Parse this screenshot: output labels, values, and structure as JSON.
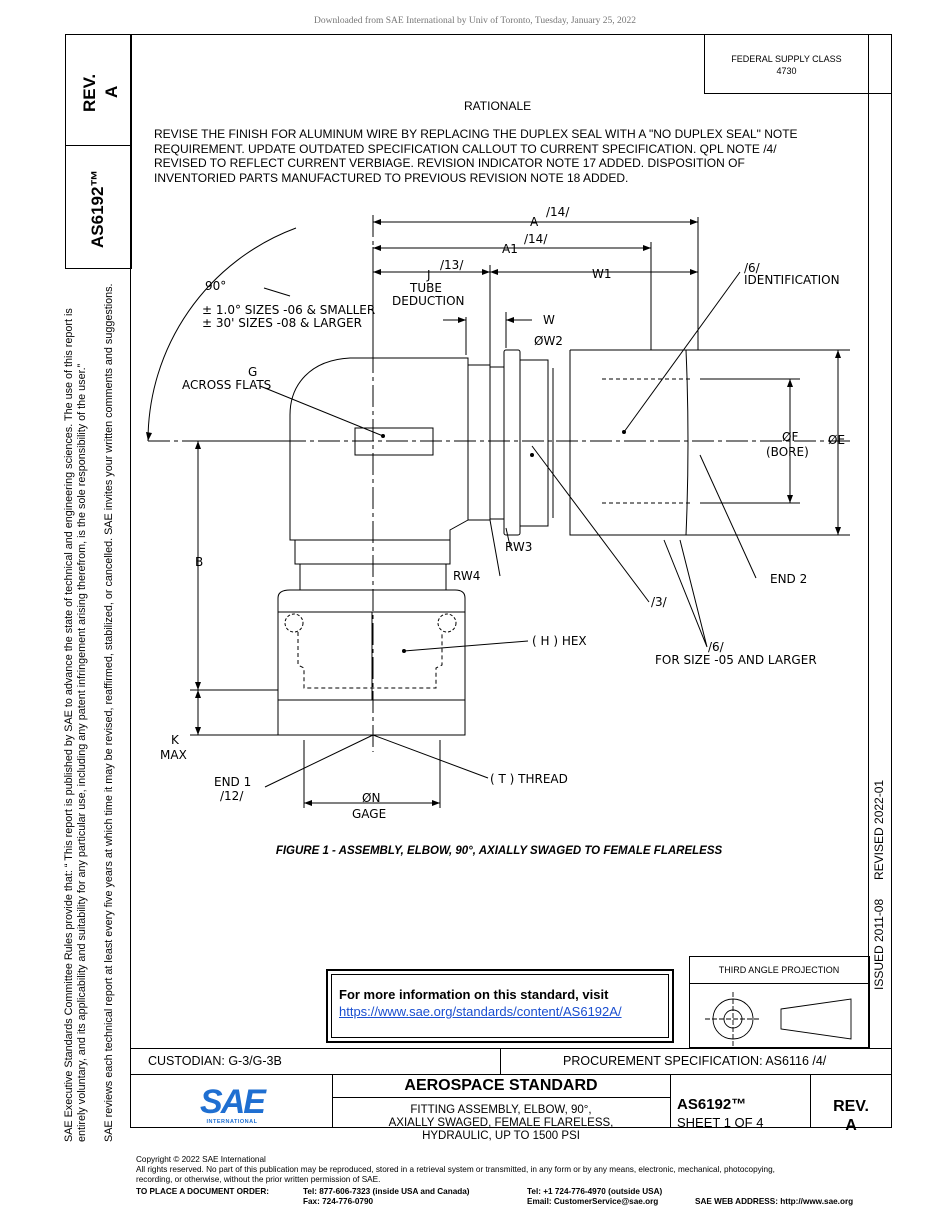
{
  "download_notice": "Downloaded from SAE International by Univ of Toronto, Tuesday, January 25, 2022",
  "left_margin": {
    "rev_label": "REV.",
    "rev_value": "A",
    "doc_id": "AS6192™",
    "notice_line1": "SAE Executive Standards Committee Rules provide that: “ This report is published by SAE to advance the state of technical and engineering sciences. The use of this report is",
    "notice_line2": "entirely voluntary, and its applicability and suitability for any particular use, including any patent infringement arising therefrom, is the sole responsibility of the user.”",
    "notice_line3": "SAE reviews each technical report at least every five years at which time it may be revised, reaffirmed, stabilized, or cancelled. SAE invites your written comments and suggestions."
  },
  "header": {
    "supply_class_label": "FEDERAL SUPPLY CLASS",
    "supply_class_value": "4730"
  },
  "rationale": {
    "title": "RATIONALE",
    "line1": "REVISE THE FINISH FOR ALUMINUM WIRE BY REPLACING THE DUPLEX SEAL WITH A \"NO DUPLEX SEAL\" NOTE",
    "line2": "REQUIREMENT. UPDATE OUTDATED SPECIFICATION CALLOUT TO CURRENT SPECIFICATION. QPL NOTE /4/",
    "line3": "REVISED TO REFLECT CURRENT VERBIAGE. REVISION INDICATOR NOTE 17 ADDED. DISPOSITION OF",
    "line4": "INVENTORIED PARTS MANUFACTURED TO PREVIOUS REVISION NOTE 18 ADDED."
  },
  "drawing": {
    "a": "A",
    "a_note": "/14/",
    "a1": "A1",
    "a1_note": "/14/",
    "j": "J",
    "j_note": "/13/",
    "tube": "TUBE",
    "deduction": "DEDUCTION",
    "w1": "W1",
    "w": "W",
    "w2": "ØW2",
    "angle": "90°",
    "tol1": "± 1.0° SIZES -06 & SMALLER",
    "tol2": "± 30' SIZES -08 & LARGER",
    "g": "G",
    "across_flats": "ACROSS FLATS",
    "ident_note": "/6/",
    "identification": "IDENTIFICATION",
    "f": "ØF",
    "bore": "(BORE)",
    "e": "ØE",
    "b": "B",
    "rw3": "RW3",
    "rw4": "RW4",
    "end2": "END 2",
    "note3": "/3/",
    "hex": "( H ) HEX",
    "note6": "/6/",
    "for_size": "FOR SIZE -05 AND LARGER",
    "k": "K",
    "max": "MAX",
    "end1": "END 1",
    "end1_note": "/12/",
    "thread": "( T ) THREAD",
    "n": "ØN",
    "gage": "GAGE"
  },
  "figure_caption": "FIGURE 1 - ASSEMBLY, ELBOW, 90°, AXIALLY SWAGED TO FEMALE FLARELESS",
  "right_margin": {
    "issued": "ISSUED 2011-08",
    "revised": "REVISED 2022-01"
  },
  "info_box": {
    "text": "For more information on this standard, visit",
    "link": "https://www.sae.org/standards/content/AS6192A/"
  },
  "projection": {
    "label": "THIRD ANGLE PROJECTION"
  },
  "title_block": {
    "custodian": "CUSTODIAN: G-3/G-3B",
    "procurement": "PROCUREMENT SPECIFICATION: AS6116 /4/",
    "logo_text": "SAE",
    "logo_sub": "INTERNATIONAL",
    "standard_type": "AEROSPACE STANDARD",
    "title1": "FITTING ASSEMBLY, ELBOW, 90°,",
    "title2": "AXIALLY SWAGED, FEMALE FLARELESS,",
    "title3": "HYDRAULIC, UP TO 1500 PSI",
    "doc_number": "AS6192™",
    "sheet": "SHEET 1 OF 4",
    "rev_label": "REV.",
    "rev_value": "A"
  },
  "footer": {
    "copyright": "Copyright © 2022 SAE International",
    "rights1": "All rights reserved. No part of this publication may be reproduced, stored in a retrieval system or transmitted, in any form or by any means, electronic, mechanical, photocopying,",
    "rights2": "recording, or otherwise, without the prior written permission of SAE.",
    "order_label": "TO PLACE A DOCUMENT ORDER:",
    "tel_us": "Tel: 877-606-7323 (inside USA and Canada)",
    "fax": "Fax: 724-776-0790",
    "tel_intl": "Tel: +1 724-776-4970 (outside USA)",
    "email": "Email: CustomerService@sae.org",
    "web": "SAE WEB ADDRESS: http://www.sae.org"
  }
}
